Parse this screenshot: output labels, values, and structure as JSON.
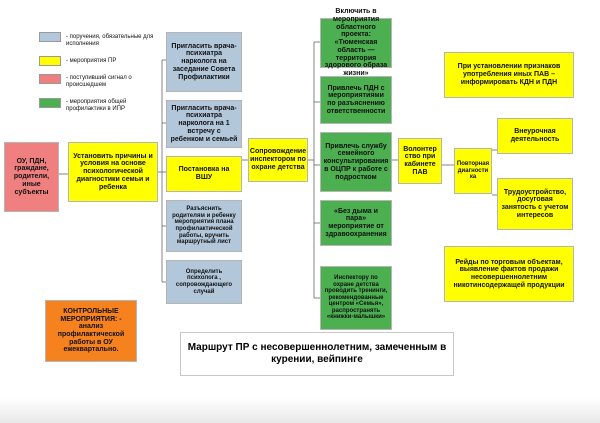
{
  "legend": [
    {
      "color": "#b3c7db",
      "text": "- поручения, обязательные для исполнения"
    },
    {
      "color": "#ffff00",
      "text": "- мероприятия ПР"
    },
    {
      "color": "#f08080",
      "text": "- поступивший сигнал о происшедшем"
    },
    {
      "color": "#4caf50",
      "text": "- мероприятия общей профилактики в ИПР"
    }
  ],
  "boxes": {
    "subjects": "ОУ, ПДН, граждане, родители, иные субъекты",
    "establish_causes": "Установить причины и условия на основе психологической диагностики семьи и ребенка",
    "invite_psychiatrist_council": "Пригласить врача-психиатра нарколога на заседание Совета Профилактики",
    "invite_psychiatrist_meeting": "Пригласить врача-психиатра нарколога на 1 встречу с ребенком и семьей",
    "vshu": "Постановка на ВШУ",
    "explain_plan": "Разъяснить родителям и ребенку мероприятия плана профилактической работы, вручить маршрутный лист",
    "assign_psychologist": "Определить психолога , сопровождающего случай",
    "inspector_support": "Сопровождение инспектором по охране детства",
    "regional_project": "Включить в мероприятия областного проекта: «Тюменская область — территория здорового образа жизни»",
    "pdn_involve": "Привлечь ПДН с мероприятиями по разъяснению ответственности",
    "family_service": "Привлечь службу семейного консультирования в ОЦПР к работе с подростком",
    "no_smoke": "«Без дыма и пара» мероприятие от здравоохранения",
    "inspector_trainings": "Инспектору по охране детства проводить тренинги, рекомендованные центром «Семья», распространять «книжки-малышки»",
    "volunteer": "Волонтер ство при кабинете ПАВ",
    "repeat_diagnostics": "Повторная диагности ка",
    "other_pav": "При установлении признаков употребления иных ПАВ – информировать КДН и ПДН",
    "extracurricular": "Внеурочная деятельность",
    "employment": "Трудоустройство, досуговая занятость с учетом интересов",
    "raids": "Рейды по торговым объектам, выявление фактов продажи несовершеннолетним никотинсодержащей продукции",
    "control": "КОНТРОЛЬНЫЕ МЕРОПРИЯТИЯ: - анализ профилактической работы в ОУ ежеквартально."
  },
  "title": "Маршрут ПР с несовершеннолетним, замеченным в курении, вейпинге"
}
